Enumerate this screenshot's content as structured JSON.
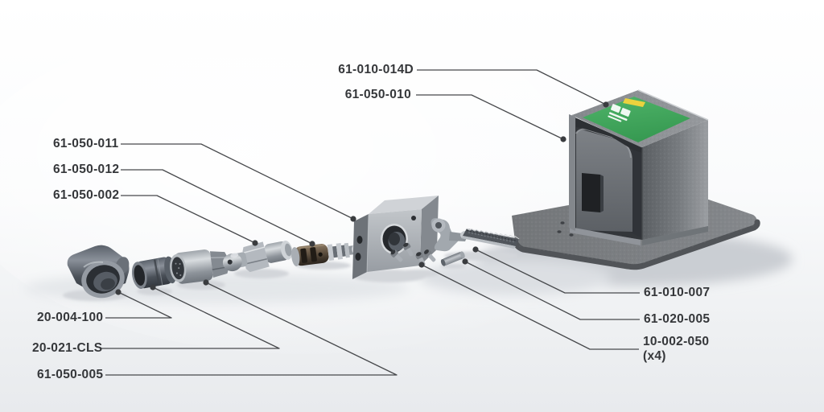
{
  "diagram": {
    "kind": "exploded-parts-diagram",
    "callouts": [
      {
        "label": "61-010-014D",
        "part": "warning-label-decal"
      },
      {
        "label": "61-050-010",
        "part": "protective-cover"
      },
      {
        "label": "61-050-011",
        "part": "manifold-block"
      },
      {
        "label": "61-050-012",
        "part": "valve-cartridge"
      },
      {
        "label": "61-050-002",
        "part": "nozzle-fitting"
      },
      {
        "label": "20-004-100",
        "part": "tee-fitting"
      },
      {
        "label": "20-021-CLS",
        "part": "collar-sleeve"
      },
      {
        "label": "61-050-005",
        "part": "cap-nut"
      },
      {
        "label": "61-010-007",
        "part": "serrated-lever"
      },
      {
        "label": "61-020-005",
        "part": "dowel-pin"
      },
      {
        "label": "10-002-050",
        "qty": "(x4)",
        "part": "mounting-screws"
      }
    ]
  },
  "colors": {
    "text": "#35373a",
    "leader": "#47494c",
    "leader_dot": "#3a3c3f",
    "label_green": "#44a95f",
    "label_yellow": "#ecd23e"
  }
}
